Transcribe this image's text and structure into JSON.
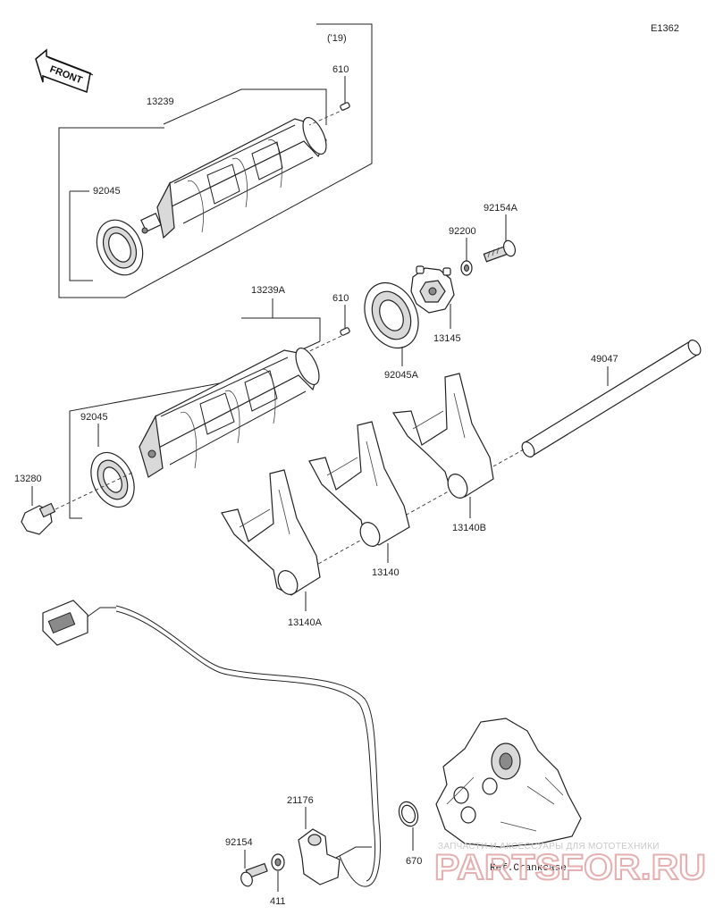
{
  "diagram_id": "E1362",
  "front_label": "FRONT",
  "variant_label": "('19)",
  "reference_label": "Ref.Crankcase",
  "colors": {
    "line": "#222222",
    "shade": "#d9d9d9",
    "watermark": "#e3b1b1"
  },
  "callouts": {
    "p13239": "13239",
    "p610_top": "610",
    "p92045_top": "92045",
    "p92154A": "92154A",
    "p92200": "92200",
    "p13145": "13145",
    "p13239A": "13239A",
    "p610_mid": "610",
    "p92045A": "92045A",
    "p49047": "49047",
    "p92045_mid": "92045",
    "p13280": "13280",
    "p13140B": "13140B",
    "p13140": "13140",
    "p13140A": "13140A",
    "p21176": "21176",
    "p92154": "92154",
    "p670": "670",
    "p411": "411"
  },
  "watermark": {
    "tagline": "ЗАПЧАСТИ И АКСЕССУАРЫ ДЛЯ МОТОТЕХНИКИ",
    "brand": "PARTSFOR.RU"
  }
}
